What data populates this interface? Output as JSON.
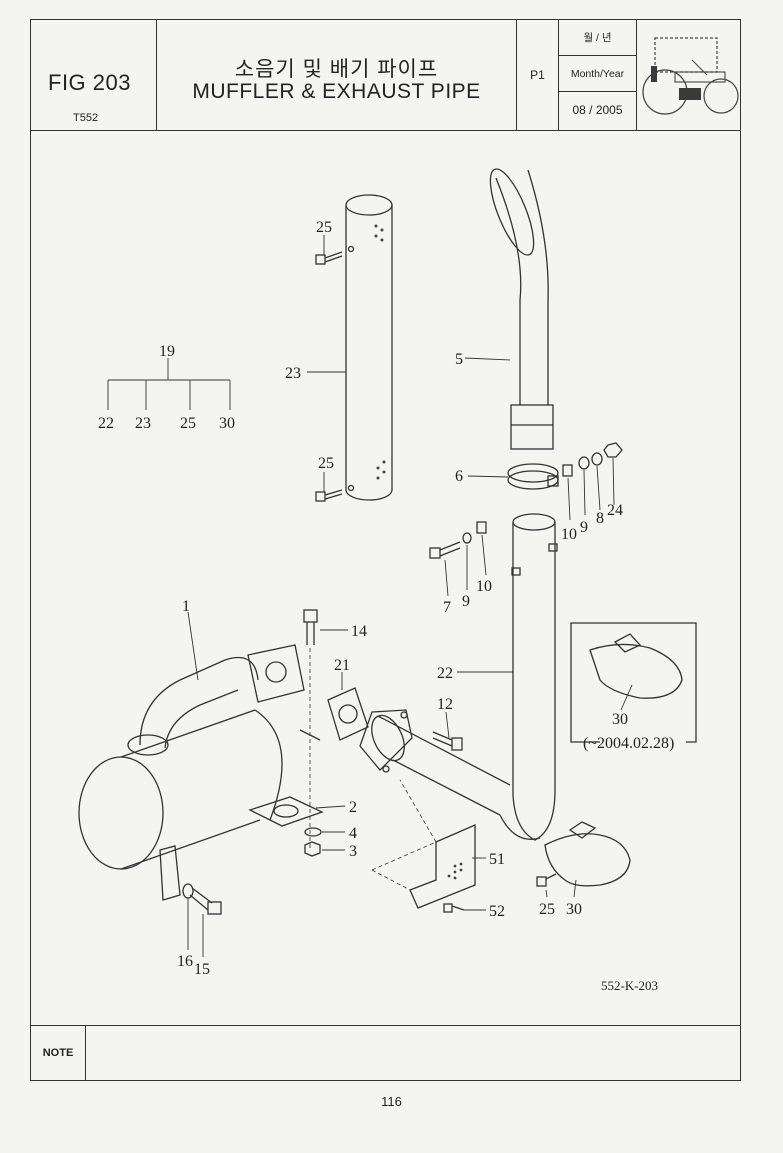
{
  "header": {
    "fig_no": "FIG 203",
    "model": "T552",
    "title_ko": "소음기 및 배기 파이프",
    "title_en": "MUFFLER & EXHAUST PIPE",
    "page": "P1",
    "date_label_ko": "월 / 년",
    "date_label_en": "Month/Year",
    "date_value": "08 / 2005",
    "thumbnail_icon": "tractor-icon"
  },
  "diagram": {
    "labels": {
      "p1": "1",
      "p2": "2",
      "p3": "3",
      "p4": "4",
      "p5": "5",
      "p6": "6",
      "p7": "7",
      "p8": "8",
      "p9a": "9",
      "p9b": "9",
      "p10a": "10",
      "p10b": "10",
      "p12": "12",
      "p14": "14",
      "p15": "15",
      "p16": "16",
      "p19": "19",
      "p21": "21",
      "p22": "22",
      "p22b": "22",
      "p23": "23",
      "p23b": "23",
      "p24": "24",
      "p25a": "25",
      "p25b": "25",
      "p25c": "25",
      "p25d": "25",
      "p30a": "30",
      "p30b": "30",
      "p30c": "30",
      "p51": "51",
      "p52": "52"
    },
    "inset_note": "(~2004.02.28)",
    "drawing_no": "552-K-203"
  },
  "note_label": "NOTE",
  "page_number": "116"
}
